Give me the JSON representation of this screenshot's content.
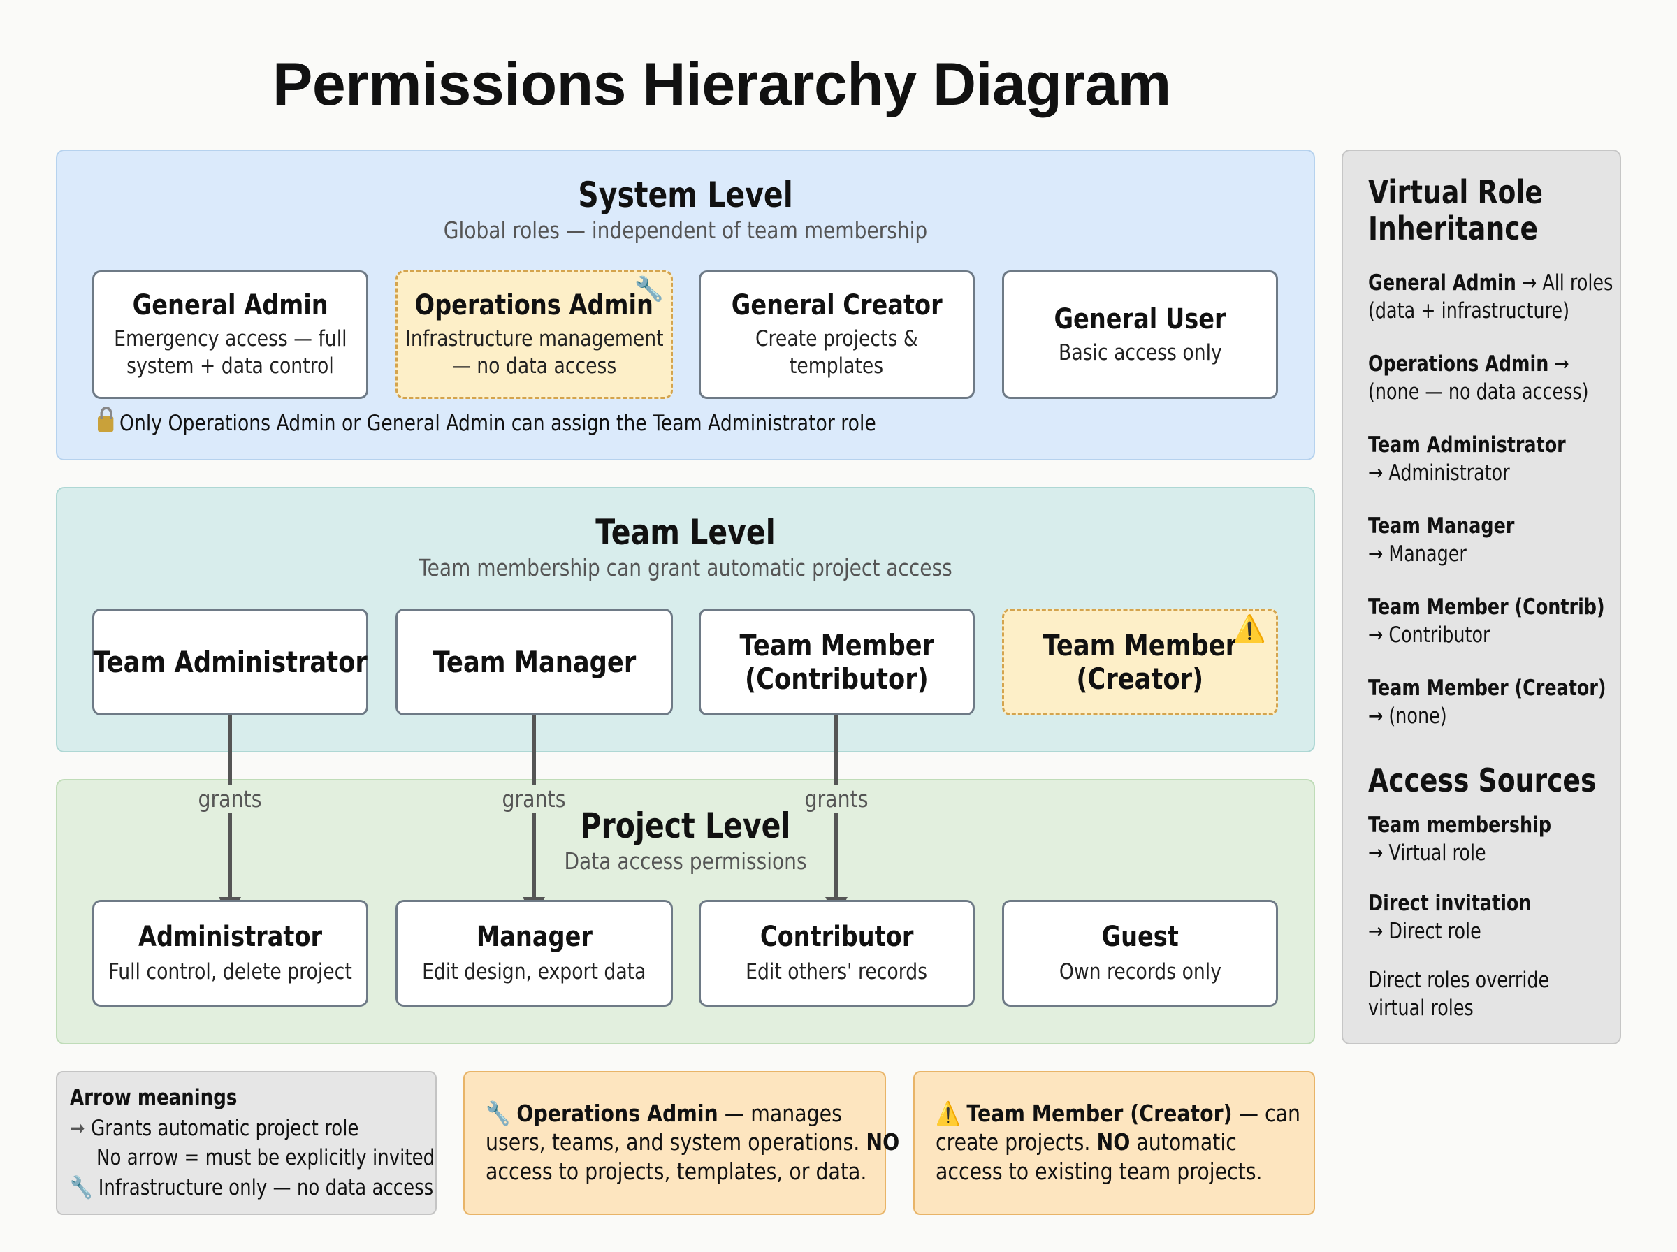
{
  "title": "Permissions Hierarchy Diagram",
  "system": {
    "title": "System Level",
    "subtitle": "Global roles — independent of team membership",
    "roles": [
      {
        "name": "General Admin",
        "line1": "Emergency access — full",
        "line2": "system + data control"
      },
      {
        "name": "Operations Admin",
        "line1": "Infrastructure management",
        "line2": "— no data access",
        "icon": "wrench-icon"
      },
      {
        "name": "General Creator",
        "line1": "Create projects &",
        "line2": "templates"
      },
      {
        "name": "General User",
        "line1": "Basic access only"
      }
    ],
    "note": "Only Operations Admin or General Admin can assign the Team Administrator role",
    "note_icon": "lock-icon"
  },
  "team": {
    "title": "Team Level",
    "subtitle": "Team membership can grant automatic project access",
    "roles": [
      {
        "line1": "Team Administrator"
      },
      {
        "line1": "Team Manager"
      },
      {
        "line1": "Team Member",
        "line2": "(Contributor)"
      },
      {
        "line1": "Team Member",
        "line2": "(Creator)",
        "icon": "warning-icon"
      }
    ]
  },
  "arrow_label": "grants",
  "project": {
    "title": "Project Level",
    "subtitle": "Data access permissions",
    "roles": [
      {
        "name": "Administrator",
        "desc": "Full control, delete project"
      },
      {
        "name": "Manager",
        "desc": "Edit design, export data"
      },
      {
        "name": "Contributor",
        "desc": "Edit others' records"
      },
      {
        "name": "Guest",
        "desc": "Own records only"
      }
    ]
  },
  "sidebar": {
    "heading1_line1": "Virtual Role",
    "heading1_line2": "Inheritance",
    "inheritance": [
      {
        "bold": "General Admin",
        "rest1": " → All roles",
        "line2": "(data + infrastructure)"
      },
      {
        "bold": "Operations Admin",
        "rest1": " →",
        "line2": "(none — no data access)"
      },
      {
        "bold": "Team Administrator",
        "rest1": "",
        "line2": "→ Administrator"
      },
      {
        "bold": "Team Manager",
        "rest1": "",
        "line2": "→ Manager"
      },
      {
        "bold": "Team Member (Contrib)",
        "rest1": "",
        "line2": "→ Contributor"
      },
      {
        "bold": "Team Member (Creator)",
        "rest1": "",
        "line2": "→ (none)"
      }
    ],
    "heading2": "Access Sources",
    "sources": [
      {
        "bold": "Team membership",
        "line2": "→ Virtual role"
      },
      {
        "bold": "Direct invitation",
        "line2": "→ Direct role"
      }
    ],
    "footer_line1": "Direct roles override",
    "footer_line2": "virtual roles"
  },
  "legend": {
    "title": "Arrow meanings",
    "row1": "Grants automatic project role",
    "row2": "No arrow = must be explicitly invited",
    "row3": "Infrastructure only — no data access"
  },
  "callout_ops": {
    "bold": "Operations Admin",
    "l1": " — manages",
    "l2a": "users, teams, and system operations. ",
    "l2b": "NO",
    "l3": "access to projects, templates, or data."
  },
  "callout_creator": {
    "bold": "Team Member (Creator)",
    "l1": " — can",
    "l2a": "create projects. ",
    "l2b": "NO",
    "l2c": " automatic",
    "l3": "access to existing team projects."
  },
  "colors": {
    "system_bg": "#dbeafb",
    "team_bg": "#d8edec",
    "project_bg": "#e2efde",
    "warning_bg": "#fdefc8",
    "callout_bg": "#fde5bf"
  }
}
